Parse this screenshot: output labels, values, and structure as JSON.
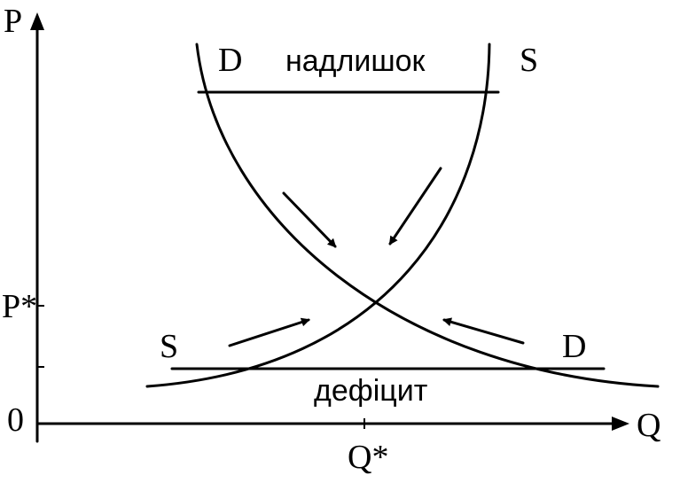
{
  "axes": {
    "y_label": "P",
    "x_label": "Q",
    "origin": "0",
    "price_eq": "P*",
    "qty_eq": "Q*"
  },
  "curves": {
    "demand_label_top": "D",
    "demand_label_bottom": "D",
    "supply_label_top": "S",
    "supply_label_bottom": "S"
  },
  "regions": {
    "surplus": "надлишок",
    "deficit": "дефіцит"
  }
}
